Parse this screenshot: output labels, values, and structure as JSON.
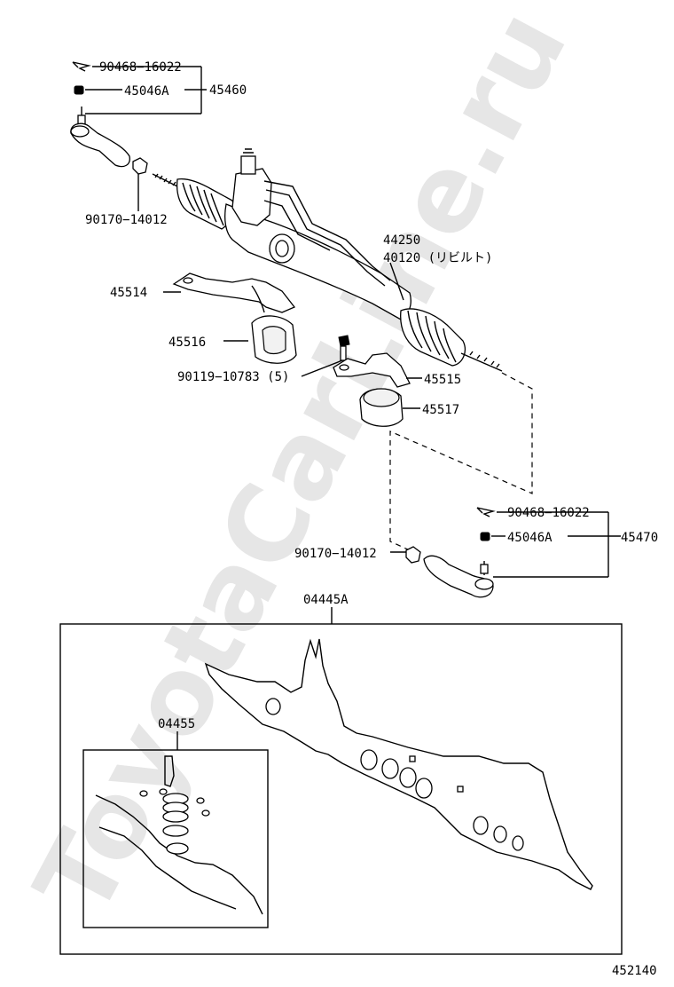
{
  "watermark": "ToyotaCarLine.ru",
  "diagram_id": "452140",
  "labels": {
    "p90468_16022_top": "90468−16022",
    "p45046A_top": "45046A",
    "p45460": "45460",
    "p90170_14012_top": "90170−14012",
    "p44250": "44250",
    "p40120": "40120 (リビルト)",
    "p45514": "45514",
    "p45516": "45516",
    "p90119_10783": "90119−10783 (5)",
    "p45515": "45515",
    "p45517": "45517",
    "p90468_16022_right": "90468−16022",
    "p45046A_right": "45046A",
    "p45470": "45470",
    "p90170_14012_right": "90170−14012",
    "p04445A": "04445A",
    "p04455": "04455"
  }
}
